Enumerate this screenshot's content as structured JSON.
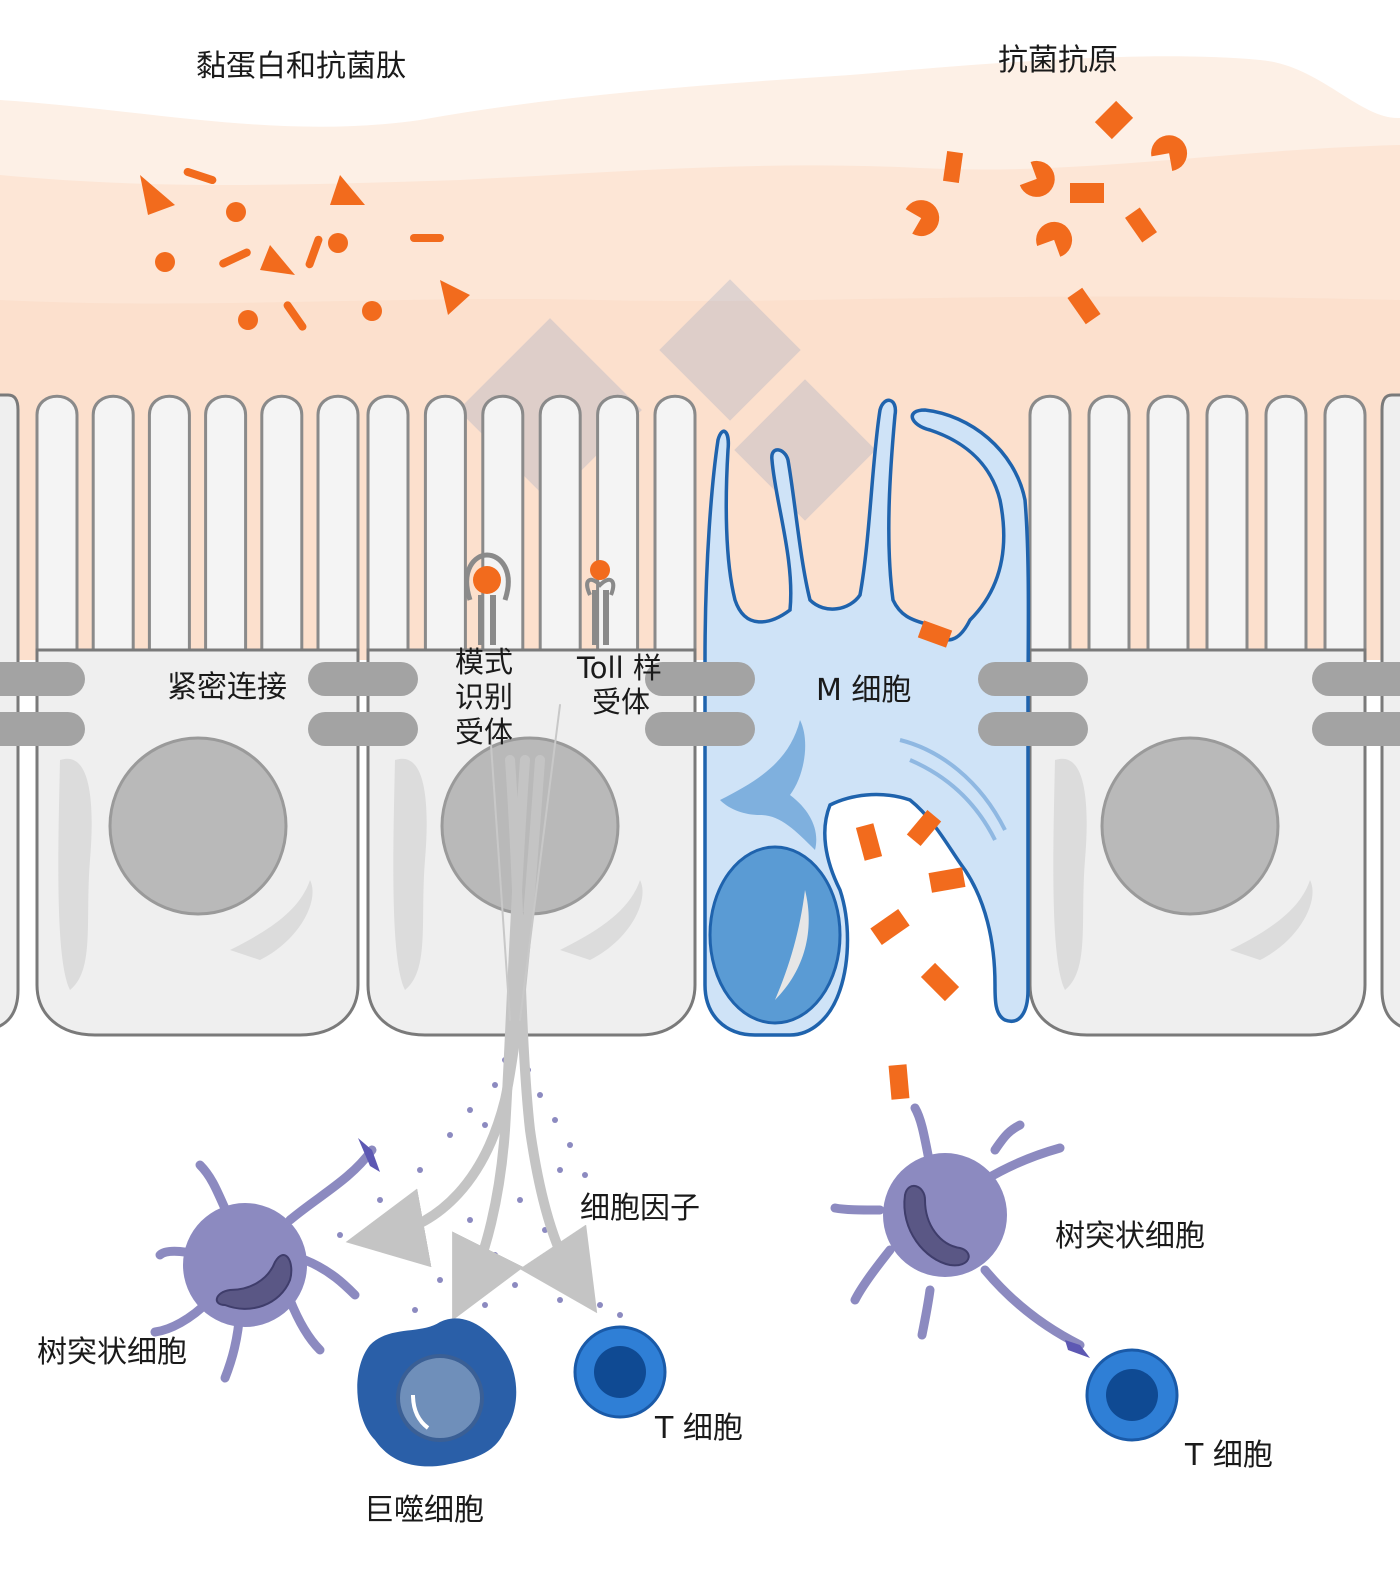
{
  "labels": {
    "mucin": "黏蛋白和抗菌肽",
    "antigen": "抗菌抗原",
    "tight_junction": "紧密连接",
    "prr_1": "模式",
    "prr_2": "识别",
    "prr_3": "受体",
    "tlr_1": "Toll 样",
    "tlr_2": "受体",
    "m_cell": "M 细胞",
    "cytokine": "细胞因子",
    "dendritic_left": "树突状细胞",
    "dendritic_right": "树突状细胞",
    "macrophage": "巨噬细胞",
    "t_cell_left": "T 细胞",
    "t_cell_right": "T 细胞"
  },
  "colors": {
    "mucus": "#fde8d8",
    "antigen": "#f26b1d",
    "cell_fill": "#efefef",
    "cell_stroke": "#7a7a7a",
    "nucleus": "#b9b9b9",
    "junction": "#a3a3a3",
    "m_cell_fill": "#cfe3f7",
    "m_cell_stroke": "#1f63ad",
    "dendritic": "#8c8ac0",
    "t_cell": "#2f7fd6",
    "macrophage": "#2a5fa8",
    "arrow": "#c4c4c4"
  }
}
